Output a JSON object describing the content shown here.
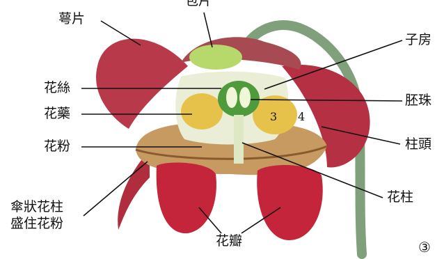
{
  "labels": {
    "sepal": "萼片",
    "top_cut": "包片",
    "ovary": "子房",
    "filament": "花絲",
    "ovule": "胚珠",
    "anther": "花藥",
    "stigma": "柱頭",
    "pollen": "花粉",
    "style": "花柱",
    "umbrella_line1": "傘狀花柱",
    "umbrella_line2": "盛住花粉",
    "petal": "花瓣",
    "num3": "3",
    "num4": "4",
    "panel_index": "③"
  },
  "colors": {
    "petal_red": "#c4253a",
    "sepal_red": "#b8394a",
    "stem_green": "#7fa07a",
    "bract_green": "#b7d86a",
    "ovary_green": "#4f9a3d",
    "anther_yellow": "#e7c24a",
    "umbrella_tan": "#c79a62"
  }
}
